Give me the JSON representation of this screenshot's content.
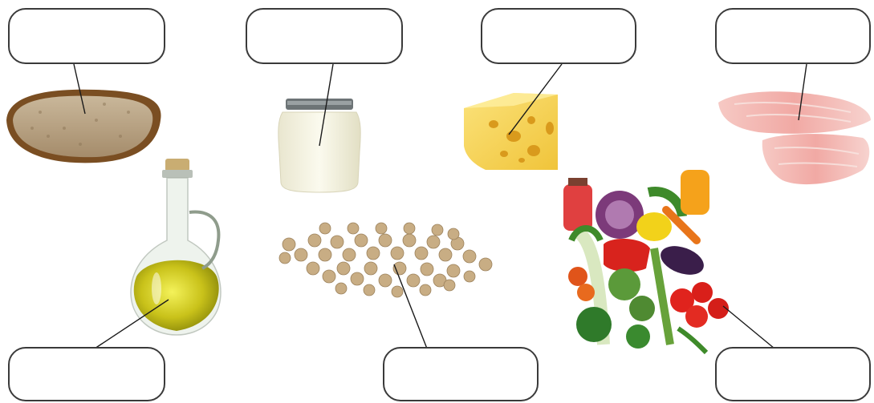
{
  "labels": [
    {
      "id": "bread",
      "text": ""
    },
    {
      "id": "yogurt",
      "text": ""
    },
    {
      "id": "cheese",
      "text": ""
    },
    {
      "id": "fish",
      "text": ""
    },
    {
      "id": "olive_oil",
      "text": ""
    },
    {
      "id": "chickpeas",
      "text": ""
    },
    {
      "id": "vegetables",
      "text": ""
    }
  ],
  "colors": {
    "box_border": "#3a3a3a",
    "leader_line": "#1a1a1a"
  },
  "icons": [
    "bread-icon",
    "yogurt-jar-icon",
    "cheese-icon",
    "fish-fillet-icon",
    "olive-oil-bottle-icon",
    "chickpeas-icon",
    "vegetables-icon"
  ]
}
